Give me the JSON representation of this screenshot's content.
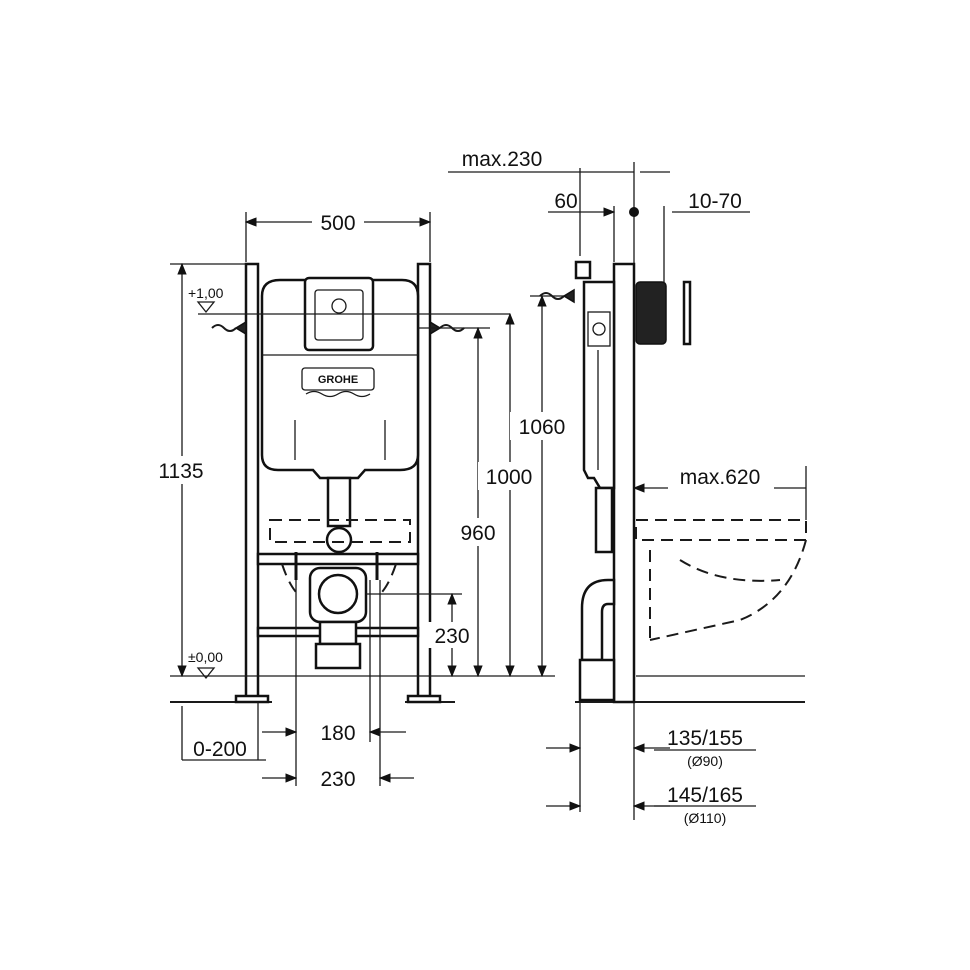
{
  "front_view": {
    "width_label": "500",
    "height_label": "1135",
    "level_top": "+1,00",
    "level_zero": "±0,00",
    "inlet_1060": "1060",
    "inlet_1000": "1000",
    "flush_960": "960",
    "outlet_230": "230",
    "foot_adjust": "0-200",
    "bolt_180": "180",
    "bolt_230": "230",
    "brand_logo": "GROHE"
  },
  "side_view": {
    "depth_max": "max.230",
    "depth_60": "60",
    "wall_range": "10-70",
    "bowl_max": "max.620",
    "outlet_90": "135/155",
    "outlet_90_dia": "(Ø90)",
    "outlet_110": "145/165",
    "outlet_110_dia": "(Ø110)"
  }
}
